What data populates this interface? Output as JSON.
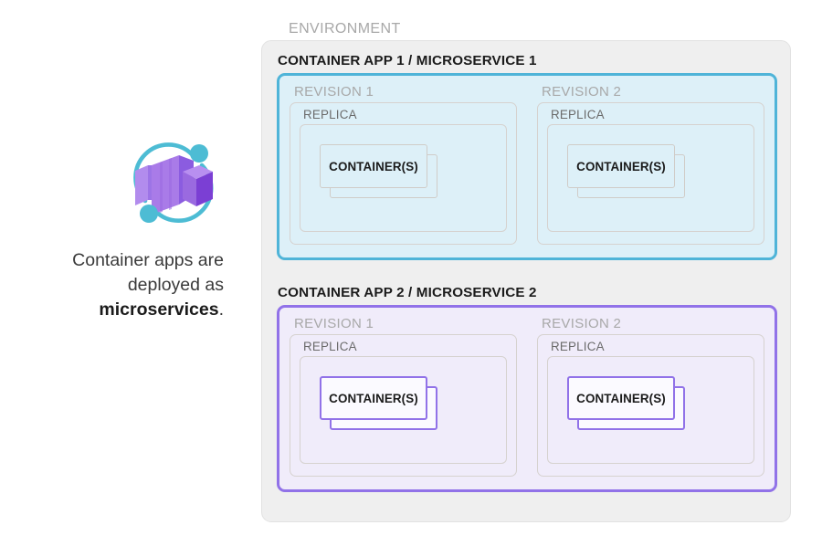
{
  "caption": {
    "line1": "Container apps are",
    "line2": "deployed as",
    "emphasis": "microservices",
    "period": "."
  },
  "logo": {
    "name": "azure-container-apps-logo",
    "arc_color": "#4dbcd4",
    "dot_color": "#4dbcd4",
    "box_light": "#a97be8",
    "box_mid": "#8b5ce0",
    "box_dark": "#7b3fd4"
  },
  "environment": {
    "label": "ENVIRONMENT",
    "fill": "#efefef",
    "border": "#e2e2e2"
  },
  "apps": [
    {
      "title": "CONTAINER APP 1 / MICROSERVICE 1",
      "accent": "blue",
      "accent_color": "#4fb4d8",
      "fill_color": "#ddf0f8",
      "revisions": [
        {
          "label": "REVISION 1",
          "replica_label": "REPLICA",
          "container_label": "CONTAINER(S)"
        },
        {
          "label": "REVISION 2",
          "replica_label": "REPLICA",
          "container_label": "CONTAINER(S)"
        }
      ]
    },
    {
      "title": "CONTAINER APP 2 / MICROSERVICE 2",
      "accent": "purple",
      "accent_color": "#9172e8",
      "fill_color": "#f0ecfa",
      "revisions": [
        {
          "label": "REVISION 1",
          "replica_label": "REPLICA",
          "container_label": "CONTAINER(S)"
        },
        {
          "label": "REVISION 2",
          "replica_label": "REPLICA",
          "container_label": "CONTAINER(S)"
        }
      ]
    }
  ]
}
